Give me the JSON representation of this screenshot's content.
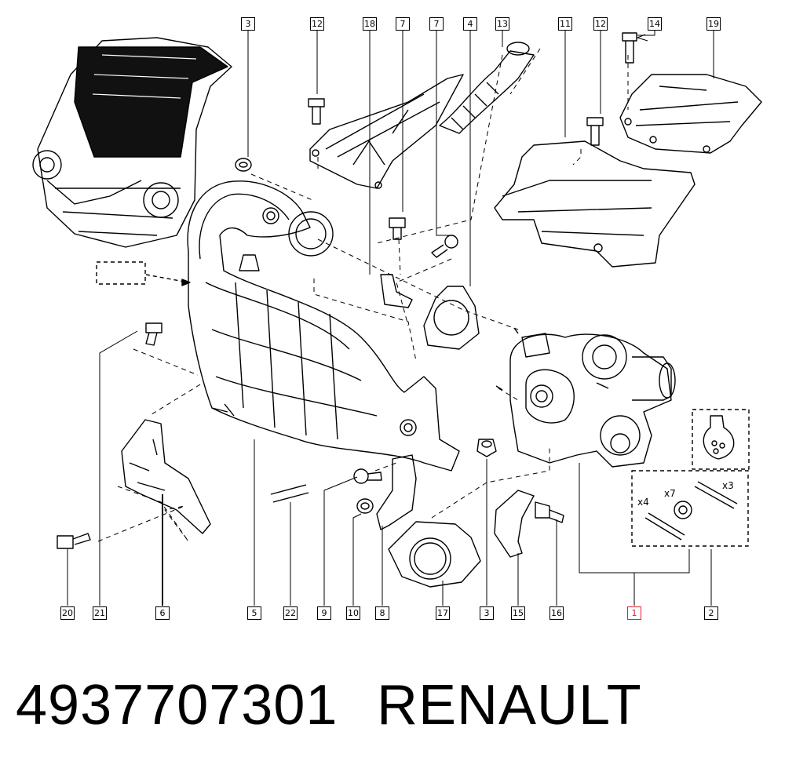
{
  "callouts_top": [
    "3",
    "12",
    "18",
    "7",
    "7",
    "4",
    "13",
    "11",
    "12",
    "14",
    "19"
  ],
  "callouts_bottom": [
    "20",
    "21",
    "6",
    "5",
    "22",
    "9",
    "10",
    "8",
    "17",
    "3",
    "15",
    "16",
    "1",
    "2"
  ],
  "quantities": [
    "x3",
    "x7",
    "x4"
  ],
  "caption": {
    "part_number": "4937707301",
    "brand": "RENAULT"
  },
  "colors": {
    "line": "#000000",
    "highlight": "#e0202a",
    "background": "#ffffff"
  }
}
